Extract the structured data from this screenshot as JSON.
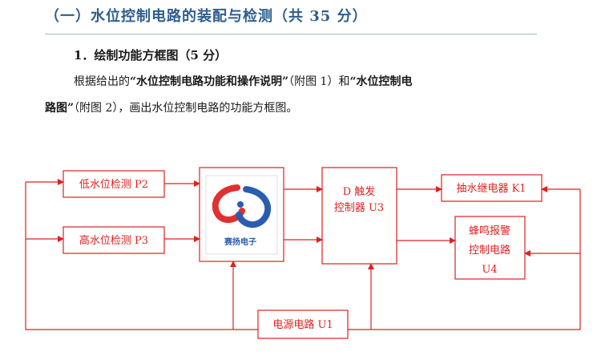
{
  "heading": "（一）水位控制电路的装配与检测（共 35 分）",
  "subheading": "1．绘制功能方框图（5 分）",
  "paragraph": {
    "line1_prefix": "根据给出的",
    "quote1": "“水位控制电路功能和操作说明”",
    "ref1": "（附图 1）和",
    "quote2_line1": "“水位控制电",
    "quote2_line2": "路图”",
    "line2_suffix": "（附图 2），画出水位控制电路的功能方框图。"
  },
  "diagram": {
    "colors": {
      "stroke": "#e02020",
      "logo_red": "#e03030",
      "logo_blue": "#2a5db0"
    },
    "blocks": {
      "low_water": "低水位检测 P2",
      "high_water": "高水位检测 P3",
      "trigger_line1": "D 触发",
      "trigger_line2": "控制器 U3",
      "pump_relay": "抽水继电器 K1",
      "buzzer_line1": "蜂鸣报警",
      "buzzer_line2": "控制电路",
      "buzzer_line3": "U4",
      "power": "电源电路 U1"
    },
    "logo": {
      "text": "赛扬电子",
      "icon": "saiyang-logo-icon"
    }
  }
}
